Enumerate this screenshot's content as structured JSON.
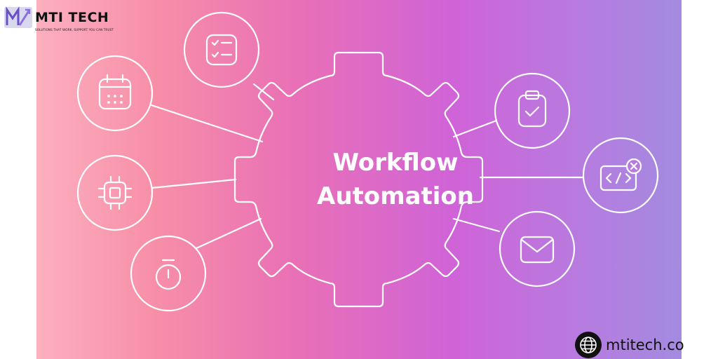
{
  "brand": {
    "name": "MTI TECH",
    "tagline": "SOLUTIONS THAT WORK, SUPPORT YOU CAN TRUST",
    "website": "mtitech.co"
  },
  "center": {
    "line1": "Workflow",
    "line2": "Automation"
  },
  "icons": {
    "left": [
      "checklist-icon",
      "calendar-icon",
      "chip-icon",
      "stopwatch-icon"
    ],
    "right": [
      "clipboard-check-icon",
      "code-window-icon",
      "mail-icon"
    ]
  },
  "colors": {
    "gradient_start": "#fdb0bf",
    "gradient_mid": "#e970b6",
    "gradient_end": "#a38be0",
    "line": "#ffffff"
  }
}
